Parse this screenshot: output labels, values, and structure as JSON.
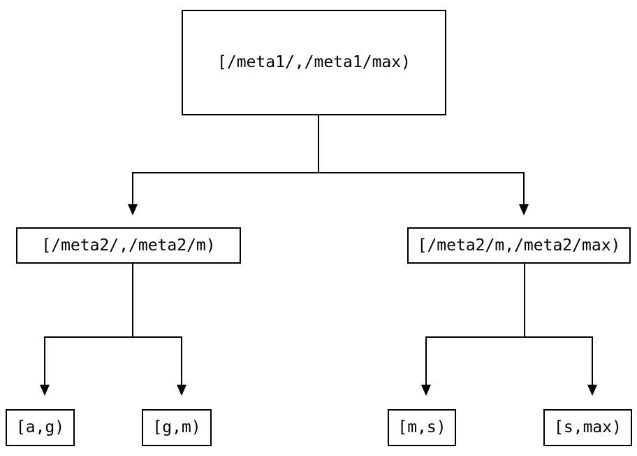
{
  "diagram": {
    "type": "tree",
    "description": "Key-range partition tree",
    "colors": {
      "line": "#000000",
      "box_border": "#000000",
      "box_background": "#ffffff",
      "text": "#000000",
      "page_background": "#ffffff"
    },
    "nodes": {
      "root": {
        "label": "[/meta1/,/meta1/max)"
      },
      "left": {
        "label": "[/meta2/,/meta2/m)"
      },
      "right": {
        "label": "[/meta2/m,/meta2/max)"
      },
      "leaf_ag": {
        "label": "[a,g)"
      },
      "leaf_gm": {
        "label": "[g,m)"
      },
      "leaf_ms": {
        "label": "[m,s)"
      },
      "leaf_smax": {
        "label": "[s,max)"
      }
    },
    "edges": [
      {
        "from": "root",
        "to": "left"
      },
      {
        "from": "root",
        "to": "right"
      },
      {
        "from": "left",
        "to": "leaf_ag"
      },
      {
        "from": "left",
        "to": "leaf_gm"
      },
      {
        "from": "right",
        "to": "leaf_ms"
      },
      {
        "from": "right",
        "to": "leaf_smax"
      }
    ]
  }
}
